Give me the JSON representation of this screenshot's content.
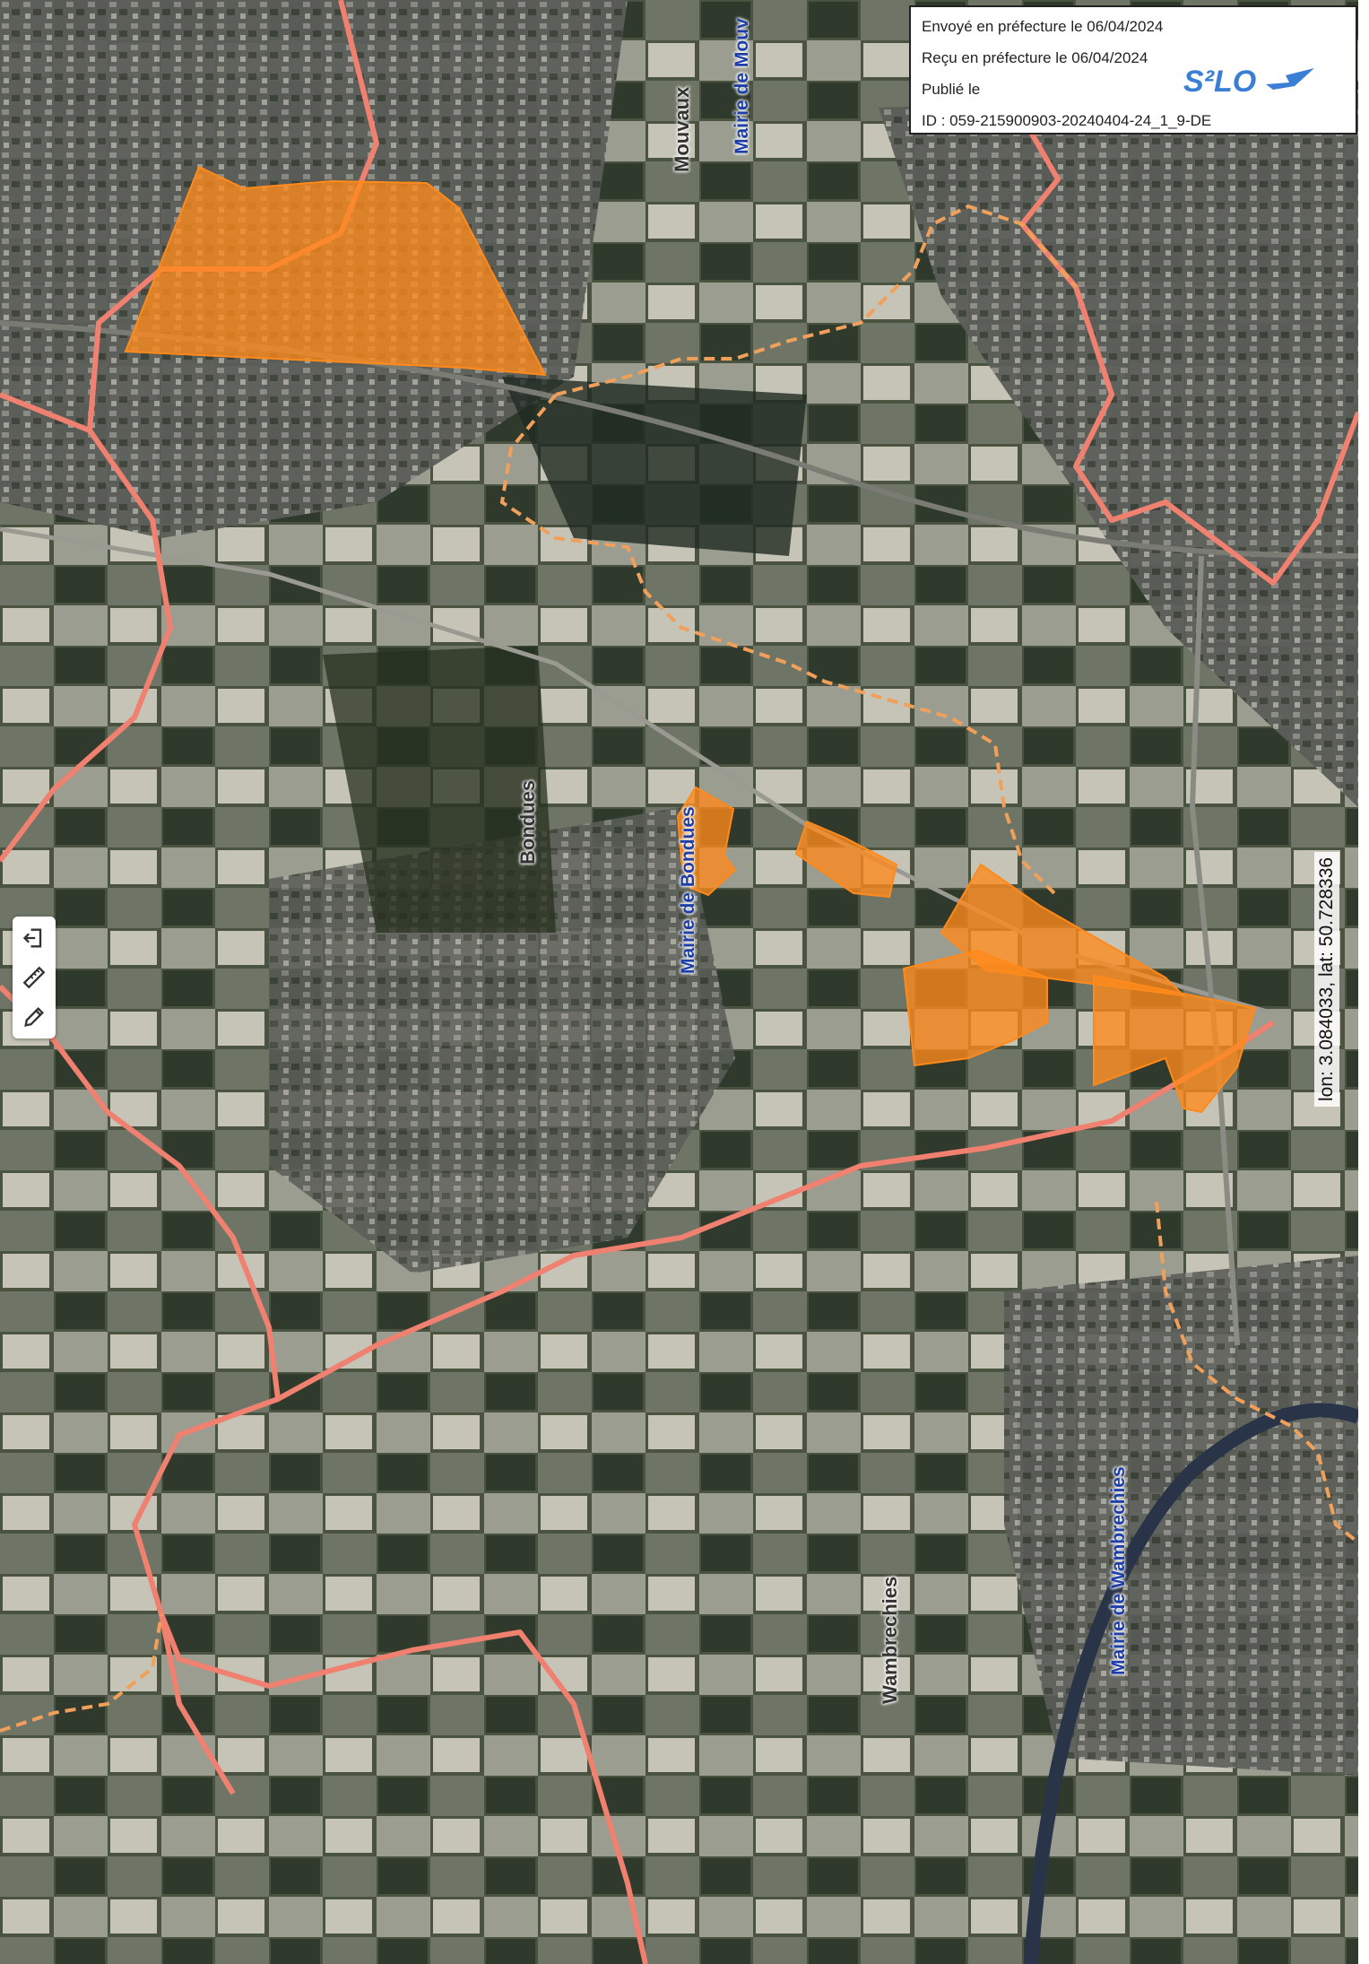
{
  "stamp": {
    "envoye": "Envoyé en préfecture le 06/04/2024",
    "recu": "Reçu en préfecture le 06/04/2024",
    "publie": "Publié le",
    "id": "ID : 059-215900903-20240404-24_1_9-DE",
    "logo_text": "S²LO"
  },
  "labels": {
    "mouvaux": "Mouvaux",
    "mairie_mouvaux": "Mairie de Mouv",
    "bondues": "Bondues",
    "mairie_bondues": "Mairie de Bondues",
    "wambrechies": "Wambrechies",
    "mairie_wambrechies": "Mairie de Wambrechies"
  },
  "coordinates": "lon: 3.084033, lat: 50.728336",
  "toolbar": {
    "tools": [
      {
        "name": "exit-icon"
      },
      {
        "name": "ruler-icon"
      },
      {
        "name": "pencil-icon"
      }
    ]
  },
  "colors": {
    "zone_fill": "#ff8a1c",
    "commune_boundary": "#f08070",
    "epci_boundary": "#f0a05a",
    "mairie_label": "#1f3fa8",
    "logo": "#3a7fd4"
  }
}
